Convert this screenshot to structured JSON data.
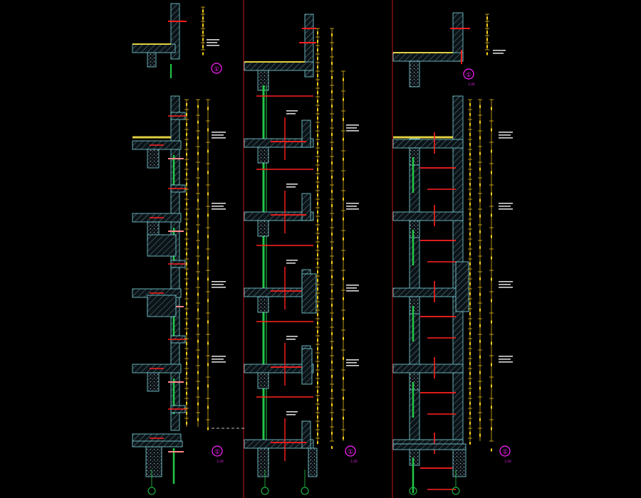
{
  "drawing": {
    "background": "#000000",
    "colors": {
      "wall": "#7fd8e0",
      "slab": "#7fd8e0",
      "hatch": "#8fa0a8",
      "dimension": "#ffd21a",
      "rebar": "#ff2020",
      "window": "#22c84a",
      "insulation": "#ff8888",
      "finish": "#e0d040",
      "label_tag": "#ff20ff",
      "axis": "#22c84a",
      "text": "#ffffff",
      "border": "#c01818"
    },
    "detail_labels": [
      {
        "id": "col1-top",
        "text": "①"
      },
      {
        "id": "col3-top",
        "text": "①"
      },
      {
        "id": "col1-bottom",
        "text": "①"
      },
      {
        "id": "col2-bottom",
        "text": "①"
      },
      {
        "id": "col3-bottom",
        "text": "①"
      }
    ],
    "scale_labels": [
      {
        "id": "col3-top",
        "text": "1:20"
      },
      {
        "id": "col1-bottom",
        "text": "1:20"
      },
      {
        "id": "col2-bottom",
        "text": "1:20"
      },
      {
        "id": "col3-bottom",
        "text": "1:20"
      }
    ]
  }
}
